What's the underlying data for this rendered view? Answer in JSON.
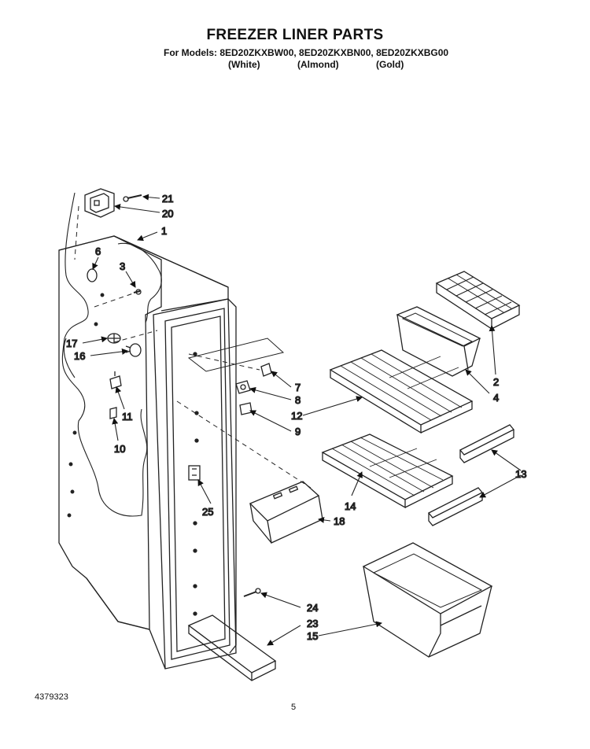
{
  "header": {
    "title": "FREEZER LINER PARTS",
    "models": "For Models: 8ED20ZKXBW00, 8ED20ZKXBN00, 8ED20ZKXBG00",
    "colors": [
      "(White)",
      "(Almond)",
      "(Gold)"
    ]
  },
  "callouts": [
    {
      "id": "c21",
      "label": "21"
    },
    {
      "id": "c20",
      "label": "20"
    },
    {
      "id": "c1",
      "label": "1"
    },
    {
      "id": "c6",
      "label": "6"
    },
    {
      "id": "c3",
      "label": "3"
    },
    {
      "id": "c17",
      "label": "17"
    },
    {
      "id": "c16",
      "label": "16"
    },
    {
      "id": "c11",
      "label": "11"
    },
    {
      "id": "c10",
      "label": "10"
    },
    {
      "id": "c7",
      "label": "7"
    },
    {
      "id": "c8",
      "label": "8"
    },
    {
      "id": "c12",
      "label": "12"
    },
    {
      "id": "c9",
      "label": "9"
    },
    {
      "id": "c2",
      "label": "2"
    },
    {
      "id": "c4",
      "label": "4"
    },
    {
      "id": "c13",
      "label": "13"
    },
    {
      "id": "c14",
      "label": "14"
    },
    {
      "id": "c18",
      "label": "18"
    },
    {
      "id": "c25",
      "label": "25"
    },
    {
      "id": "c24",
      "label": "24"
    },
    {
      "id": "c23",
      "label": "23"
    },
    {
      "id": "c15",
      "label": "15"
    }
  ],
  "footer": {
    "doc_number": "4379323",
    "page": "5"
  }
}
